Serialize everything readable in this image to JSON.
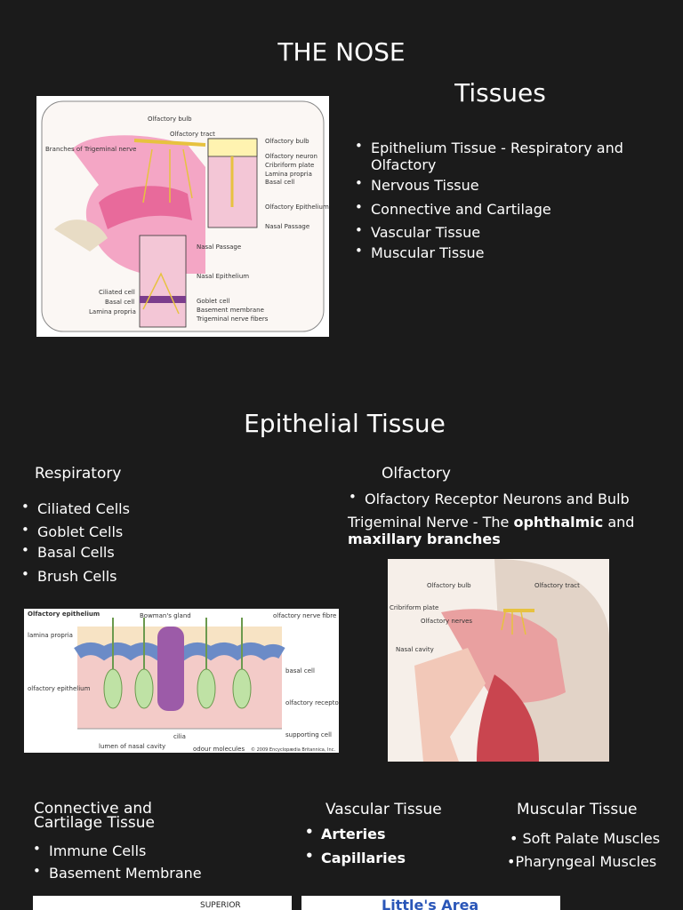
{
  "top": {
    "title": "THE NOSE",
    "subtitle": "Tissues",
    "list": [
      "Epithelium Tissue - Respiratory and Olfactory",
      "Nervous Tissue",
      "Connective and Cartilage",
      "Vascular Tissue",
      "Muscular Tissue"
    ],
    "diagram_labels": {
      "olfactory_bulb": "Olfactory bulb",
      "olfactory_tract": "Olfactory tract",
      "trigeminal": "Branches of Trigeminal nerve",
      "olfactory_bulb_r": "Olfactory bulb",
      "olfactory_neuron": "Olfactory neuron",
      "cribriform": "Cribriform plate",
      "lamina": "Lamina propria",
      "basal": "Basal cell",
      "olf_epi": "Olfactory Epithelium",
      "nasal_passage_r": "Nasal Passage",
      "nasal_passage": "Nasal Passage",
      "nasal_epi": "Nasal Epithelium",
      "ciliated": "Ciliated cell",
      "basal_cell": "Basal cell",
      "lamina2": "Lamina propria",
      "goblet": "Goblet cell",
      "basement": "Basement membrane",
      "trig_fibers": "Trigeminal nerve fibers"
    }
  },
  "epithelial": {
    "title": "Epithelial Tissue",
    "respiratory": {
      "heading": "Respiratory",
      "list": [
        "Ciliated Cells",
        "Goblet Cells",
        "Basal Cells",
        "Brush Cells"
      ]
    },
    "olfactory": {
      "heading": "Olfactory",
      "bullet": "Olfactory Receptor Neurons and Bulb",
      "trig_pre": "Trigeminal Nerve - The ",
      "trig_bold1": "ophthalmic",
      "trig_mid": " and ",
      "trig_bold2": "maxillary branches"
    },
    "epithelium_image": {
      "title": "Olfactory epithelium",
      "bowman": "Bowman's gland",
      "nerve_fibre": "olfactory nerve fibre",
      "lamina": "lamina propria",
      "olf_epi": "olfactory epithelium",
      "basal": "basal cell",
      "receptor": "olfactory receptor cell",
      "supporting": "supporting cell",
      "cilia": "cilia",
      "lumen": "lumen of nasal cavity",
      "odour": "odour molecules",
      "copyright": "© 2009 Encyclopædia Britannica, Inc."
    },
    "head_image": {
      "bulb": "Olfactory bulb",
      "tract": "Olfactory tract",
      "cribriform": "Cribriform plate",
      "nerves": "Olfactory nerves",
      "cavity": "Nasal cavity"
    }
  },
  "bottom": {
    "connective": {
      "heading": "Connective and Cartilage Tissue",
      "list": [
        "Immune Cells",
        "Basement Membrane"
      ]
    },
    "vascular": {
      "heading": "Vascular Tissue",
      "list": [
        "Arteries",
        "Capillaries"
      ]
    },
    "muscular": {
      "heading": "Muscular Tissue",
      "line1": "• Soft Palate Muscles",
      "line2": "•Pharyngeal Muscles"
    },
    "img1_label": "SUPERIOR",
    "img2_label": "Little's Area"
  }
}
